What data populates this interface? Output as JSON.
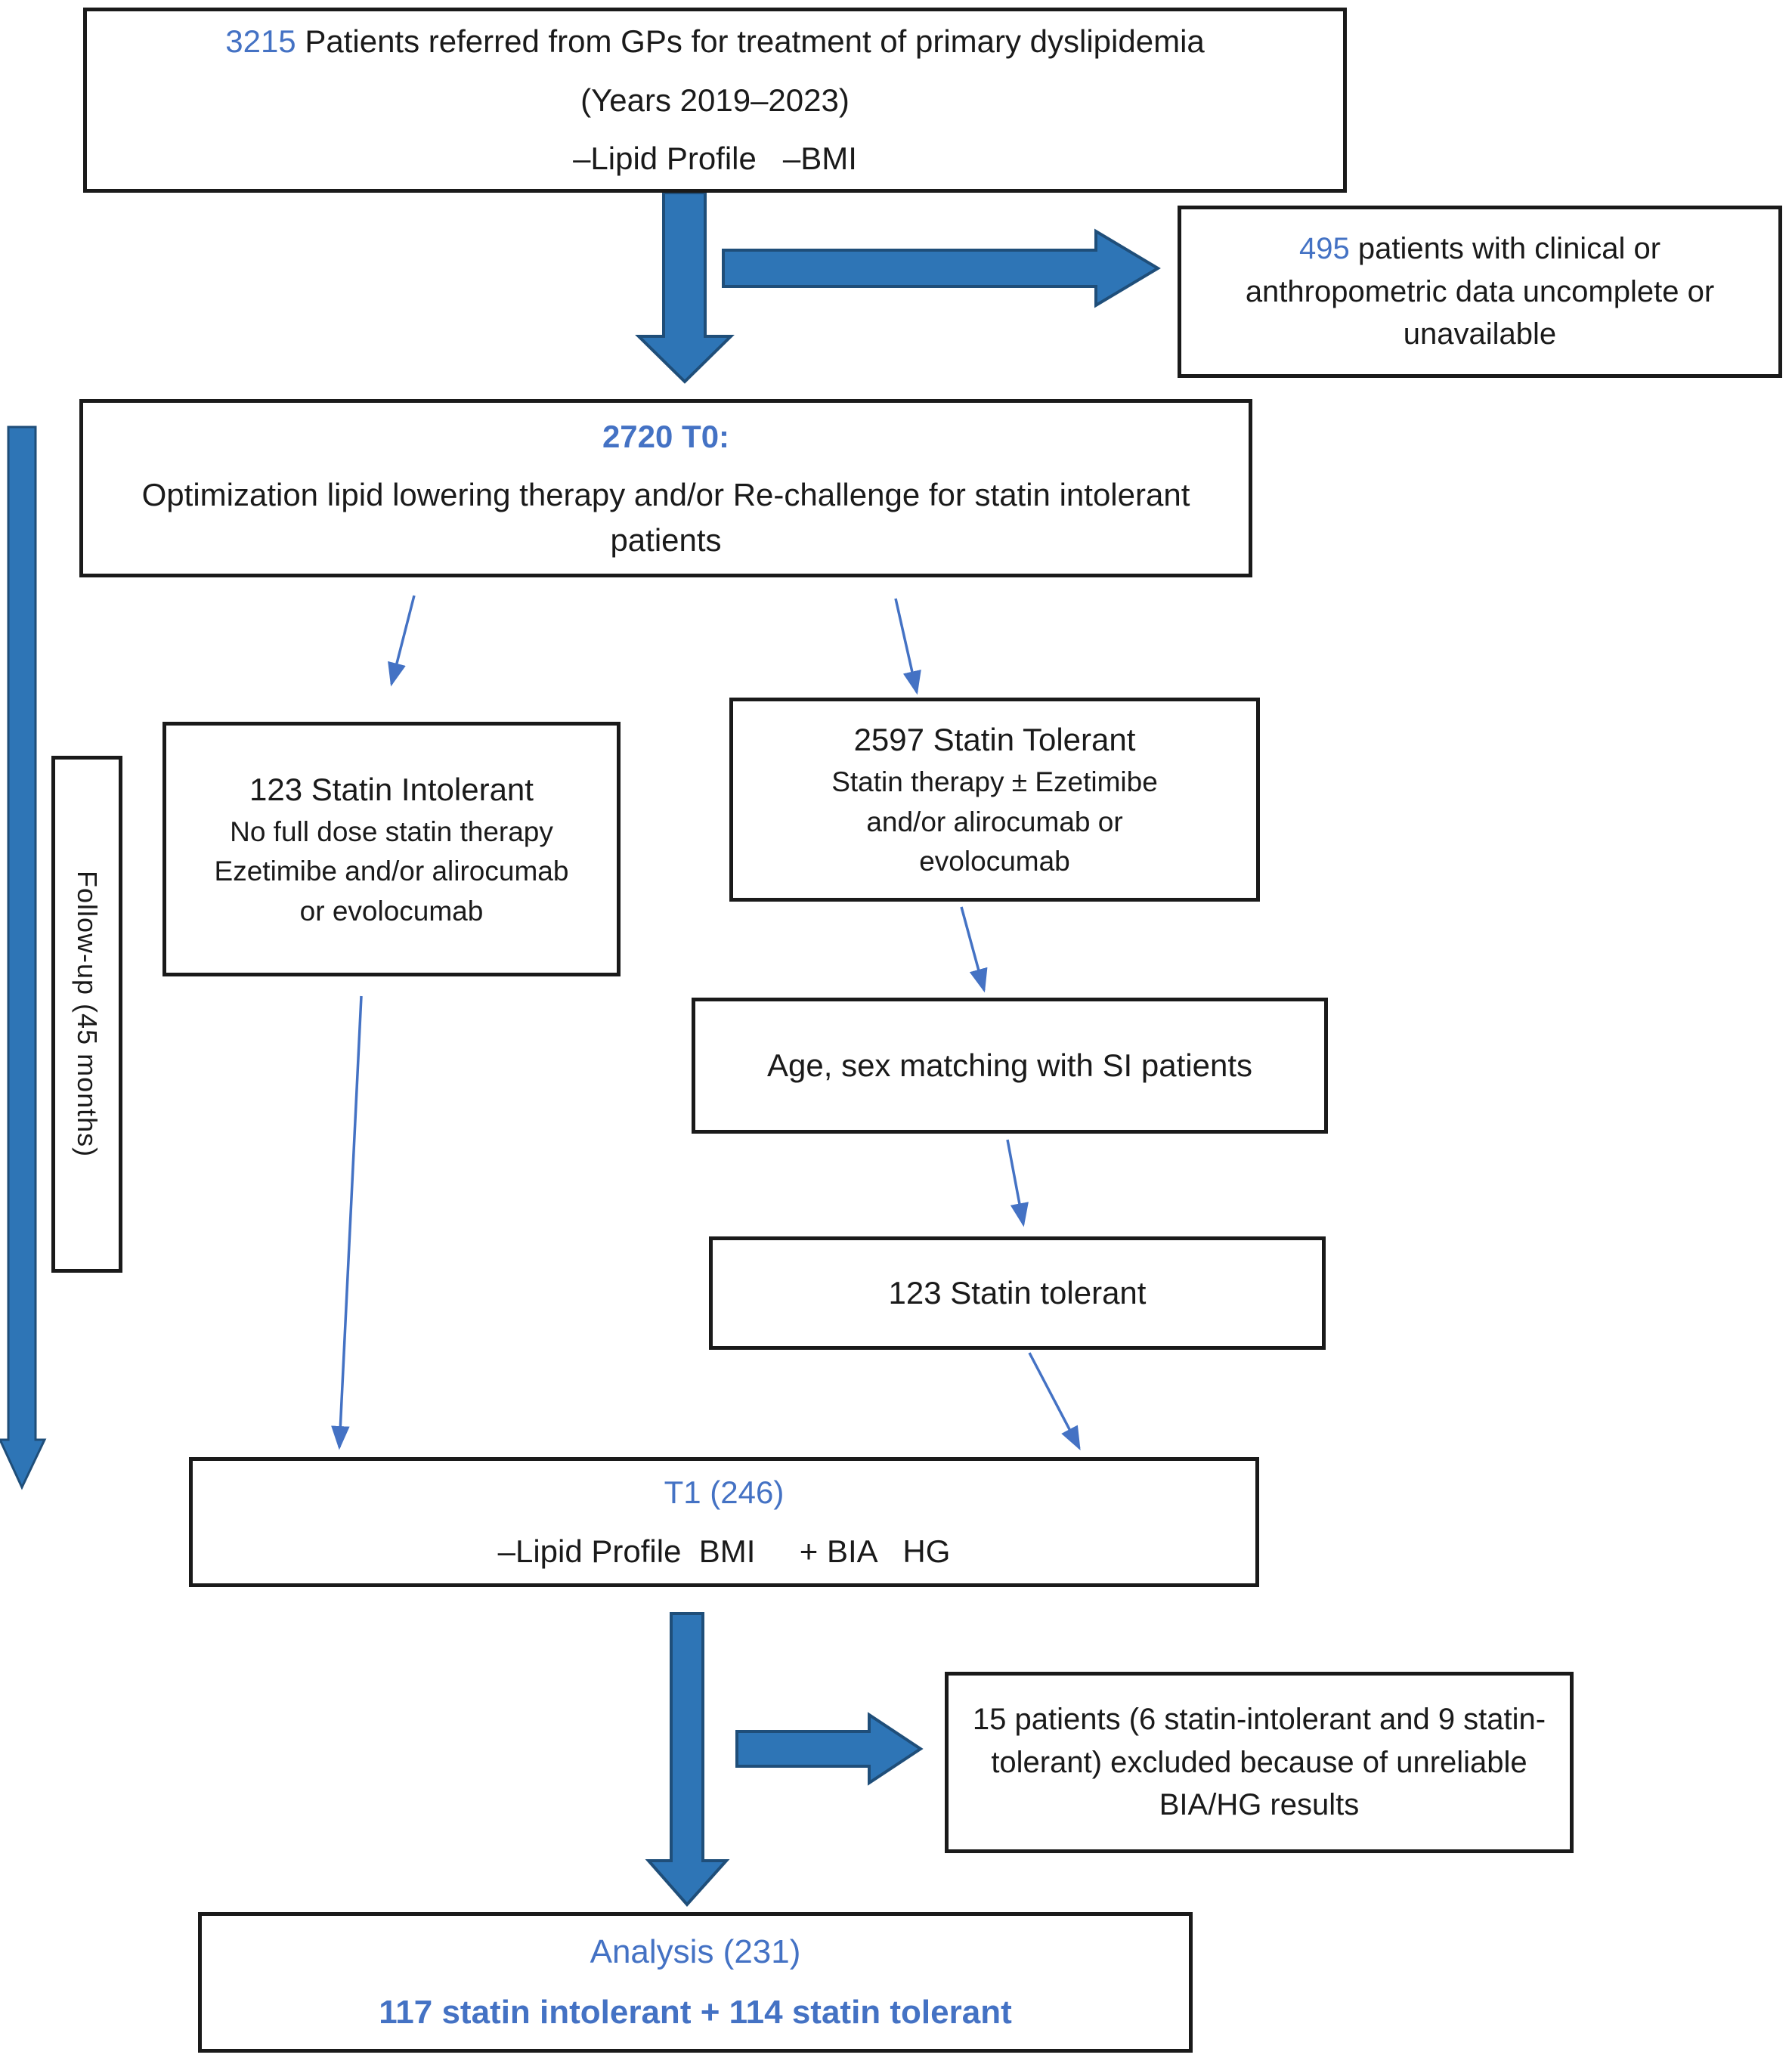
{
  "colors": {
    "accent_blue": "#4472C4",
    "thick_arrow_fill": "#2E75B6",
    "thick_arrow_outline": "#1F4E79",
    "box_border": "#1a1a1a",
    "text": "#1a1a1a"
  },
  "nodes": {
    "referral": {
      "count": "3215",
      "line1_rest": " Patients referred from GPs for treatment of primary dyslipidemia",
      "line2": "(Years 2019–2023)",
      "line3": "–Lipid Profile   –BMI"
    },
    "excluded_initial": {
      "count": "495",
      "line1_rest": " patients with clinical or anthropometric data uncomplete or unavailable"
    },
    "t0": {
      "title": "2720 T0:",
      "line1": "Optimization lipid lowering therapy and/or Re-challenge for statin intolerant patients"
    },
    "statin_intolerant": {
      "title": "123 Statin Intolerant",
      "line1": "No full dose statin therapy",
      "line2": "Ezetimibe and/or alirocumab",
      "line3": "or evolocumab"
    },
    "statin_tolerant": {
      "title": "2597 Statin Tolerant",
      "line1": "Statin therapy ± Ezetimibe",
      "line2": "and/or alirocumab or",
      "line3": "evolocumab"
    },
    "matching": {
      "line1": "Age, sex matching with SI patients"
    },
    "matched_tolerant": {
      "line1": "123 Statin tolerant"
    },
    "t1": {
      "title": "T1 (246)",
      "line1": "–Lipid Profile  BMI     + BIA   HG"
    },
    "excluded_t1": {
      "line1": "15 patients (6 statin-intolerant and 9 statin-tolerant) excluded because of unreliable BIA/HG results"
    },
    "analysis": {
      "title": "Analysis (231)",
      "line1": "117 statin intolerant + 114 statin tolerant"
    },
    "followup": {
      "label": "Follow-up (45 months)"
    }
  }
}
